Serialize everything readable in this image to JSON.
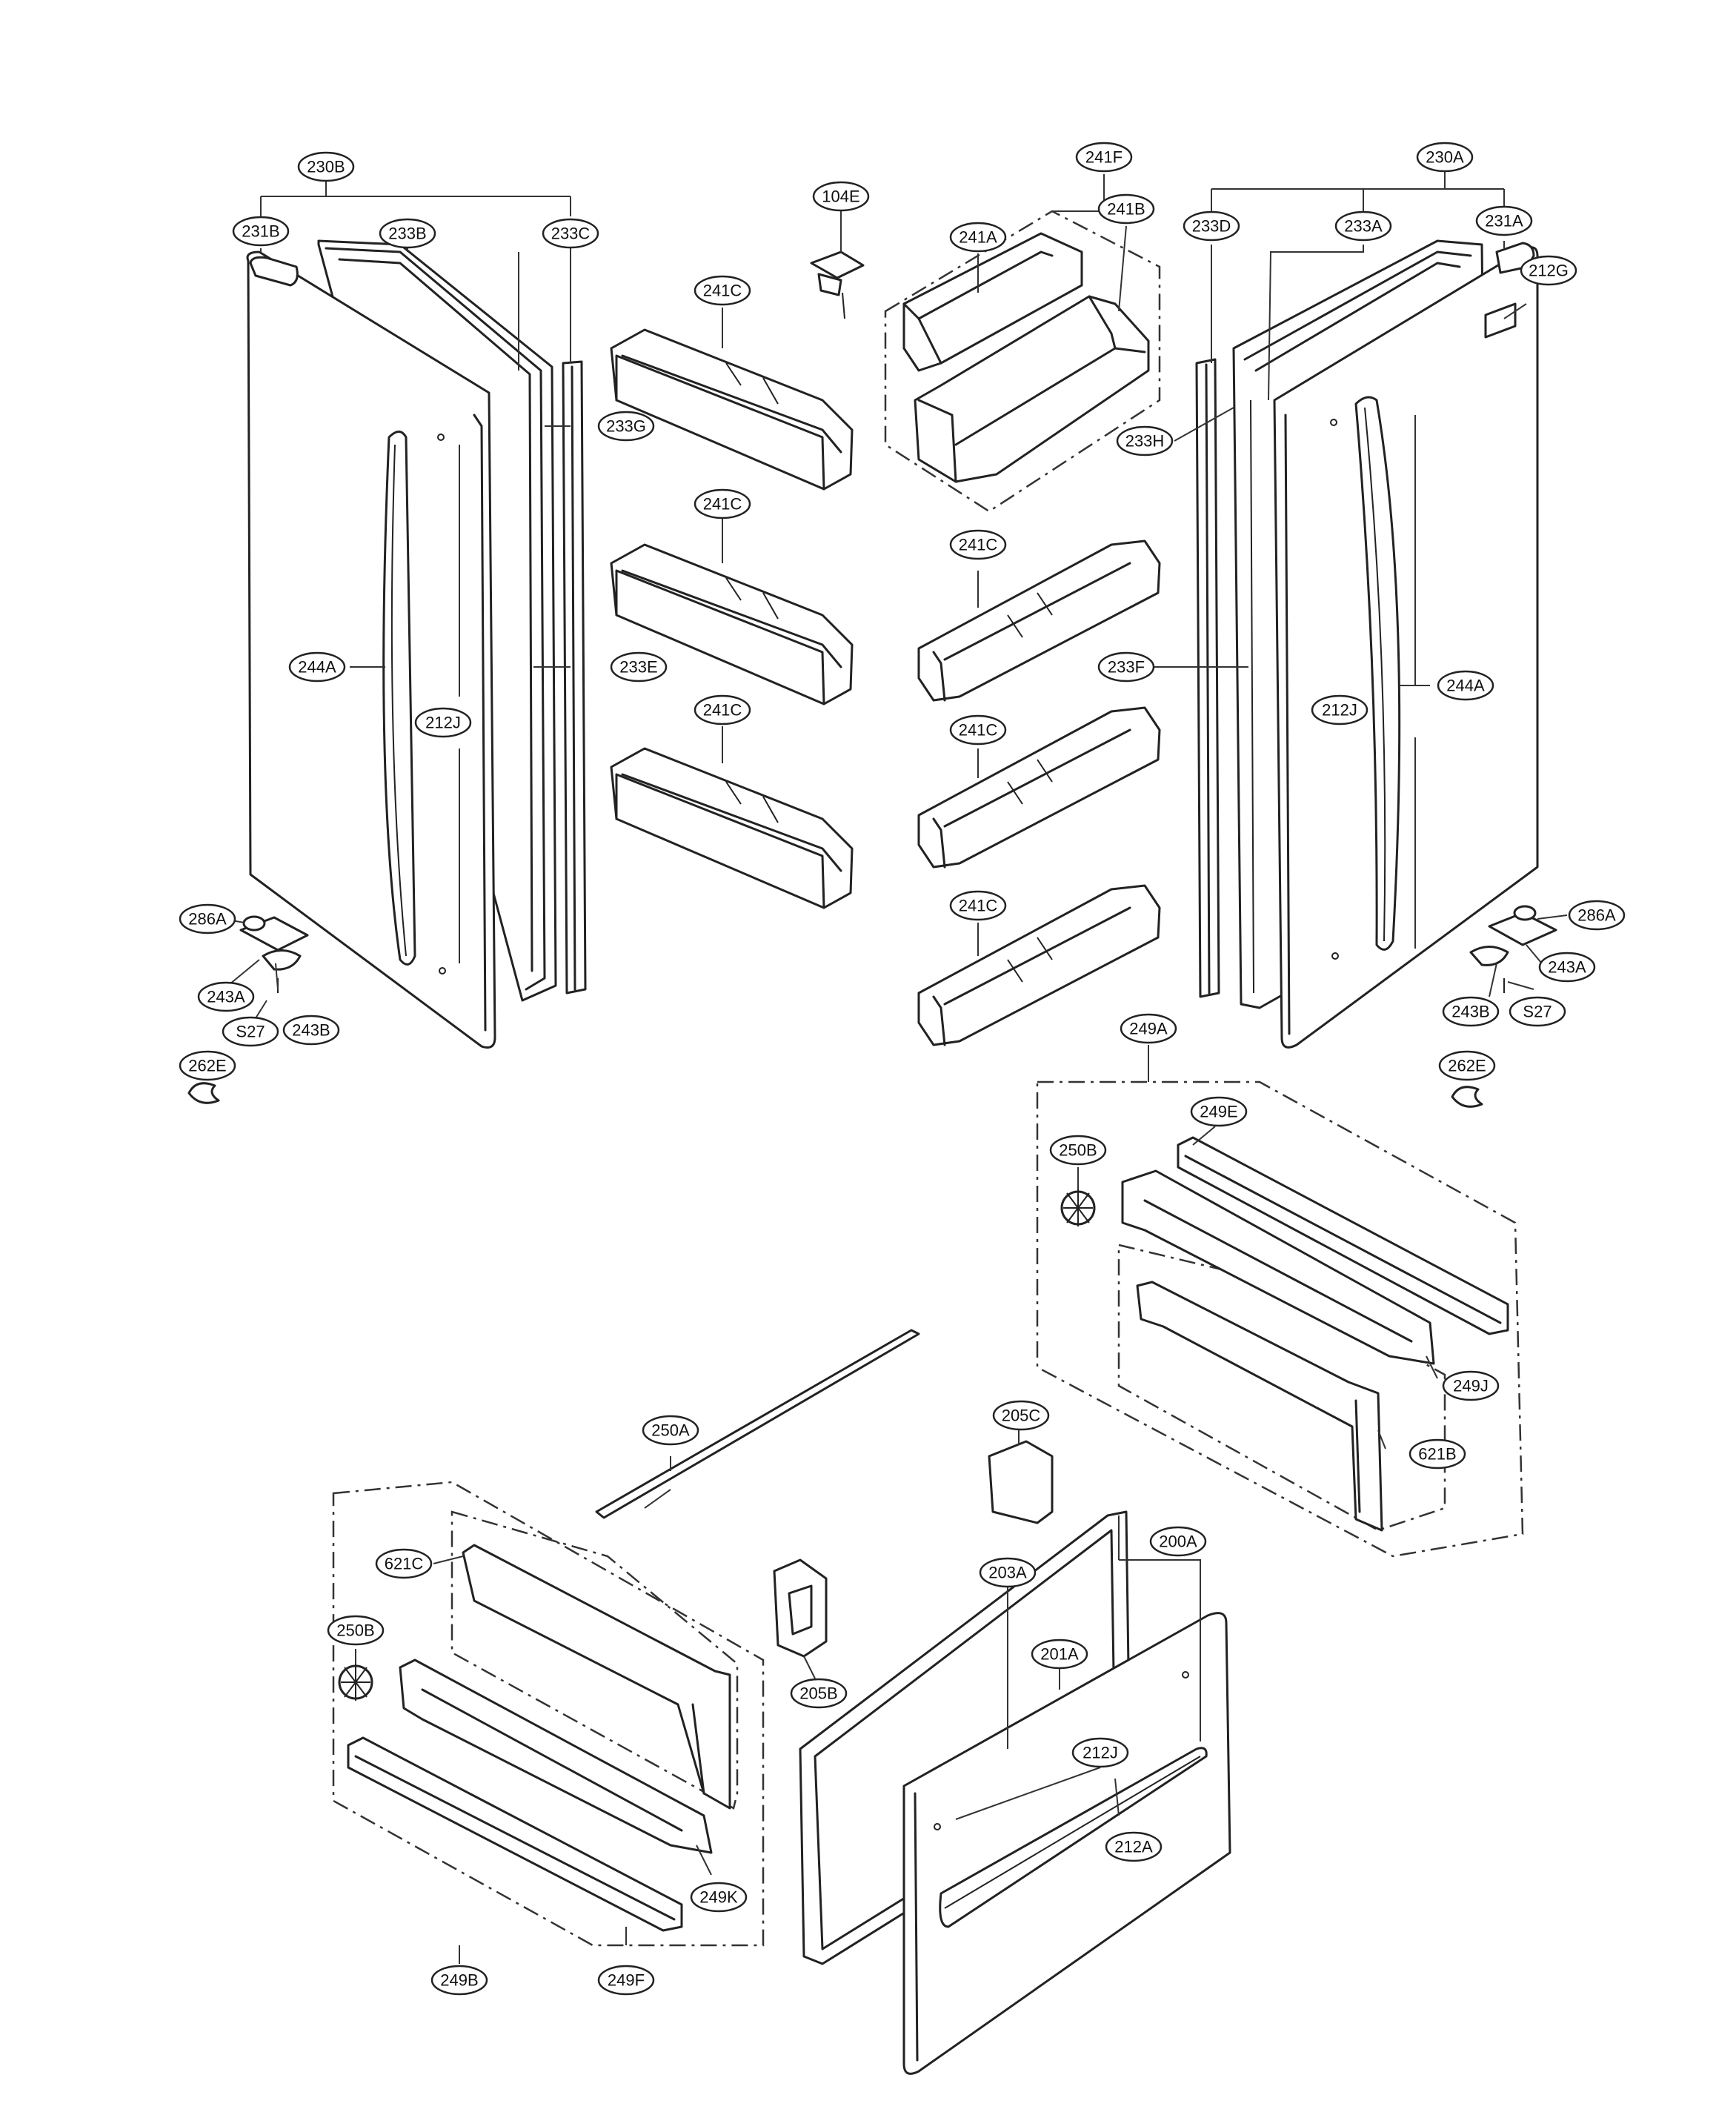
{
  "callouts": [
    {
      "id": "230B",
      "label": "230B"
    },
    {
      "id": "231B",
      "label": "231B"
    },
    {
      "id": "233B-left",
      "label": "233B"
    },
    {
      "id": "233C",
      "label": "233C"
    },
    {
      "id": "233G",
      "label": "233G"
    },
    {
      "id": "233E",
      "label": "233E"
    },
    {
      "id": "244A-left",
      "label": "244A"
    },
    {
      "id": "212J-left",
      "label": "212J"
    },
    {
      "id": "286A-left",
      "label": "286A"
    },
    {
      "id": "243A-left",
      "label": "243A"
    },
    {
      "id": "S27-left",
      "label": "S27"
    },
    {
      "id": "243B-left",
      "label": "243B"
    },
    {
      "id": "262E-left",
      "label": "262E"
    },
    {
      "id": "104E",
      "label": "104E"
    },
    {
      "id": "241C-1",
      "label": "241C"
    },
    {
      "id": "241C-2",
      "label": "241C"
    },
    {
      "id": "241C-3",
      "label": "241C"
    },
    {
      "id": "241F",
      "label": "241F"
    },
    {
      "id": "241A",
      "label": "241A"
    },
    {
      "id": "241B",
      "label": "241B"
    },
    {
      "id": "241C-4",
      "label": "241C"
    },
    {
      "id": "241C-5",
      "label": "241C"
    },
    {
      "id": "241C-6",
      "label": "241C"
    },
    {
      "id": "230A",
      "label": "230A"
    },
    {
      "id": "233D",
      "label": "233D"
    },
    {
      "id": "233A",
      "label": "233A"
    },
    {
      "id": "231A",
      "label": "231A"
    },
    {
      "id": "212G",
      "label": "212G"
    },
    {
      "id": "233H",
      "label": "233H"
    },
    {
      "id": "233F",
      "label": "233F"
    },
    {
      "id": "212J-right",
      "label": "212J"
    },
    {
      "id": "244A-right",
      "label": "244A"
    },
    {
      "id": "286A-right",
      "label": "286A"
    },
    {
      "id": "243A-right",
      "label": "243A"
    },
    {
      "id": "243B-right",
      "label": "243B"
    },
    {
      "id": "S27-right",
      "label": "S27"
    },
    {
      "id": "262E-right",
      "label": "262E"
    },
    {
      "id": "249A",
      "label": "249A"
    },
    {
      "id": "249E",
      "label": "249E"
    },
    {
      "id": "250B-right",
      "label": "250B"
    },
    {
      "id": "249J",
      "label": "249J"
    },
    {
      "id": "621B",
      "label": "621B"
    },
    {
      "id": "250A",
      "label": "250A"
    },
    {
      "id": "205C",
      "label": "205C"
    },
    {
      "id": "200A",
      "label": "200A"
    },
    {
      "id": "203A",
      "label": "203A"
    },
    {
      "id": "201A",
      "label": "201A"
    },
    {
      "id": "212J-bottom",
      "label": "212J"
    },
    {
      "id": "212A",
      "label": "212A"
    },
    {
      "id": "205B",
      "label": "205B"
    },
    {
      "id": "621C",
      "label": "621C"
    },
    {
      "id": "250B-left",
      "label": "250B"
    },
    {
      "id": "249K",
      "label": "249K"
    },
    {
      "id": "249B",
      "label": "249B"
    },
    {
      "id": "249F",
      "label": "249F"
    }
  ]
}
